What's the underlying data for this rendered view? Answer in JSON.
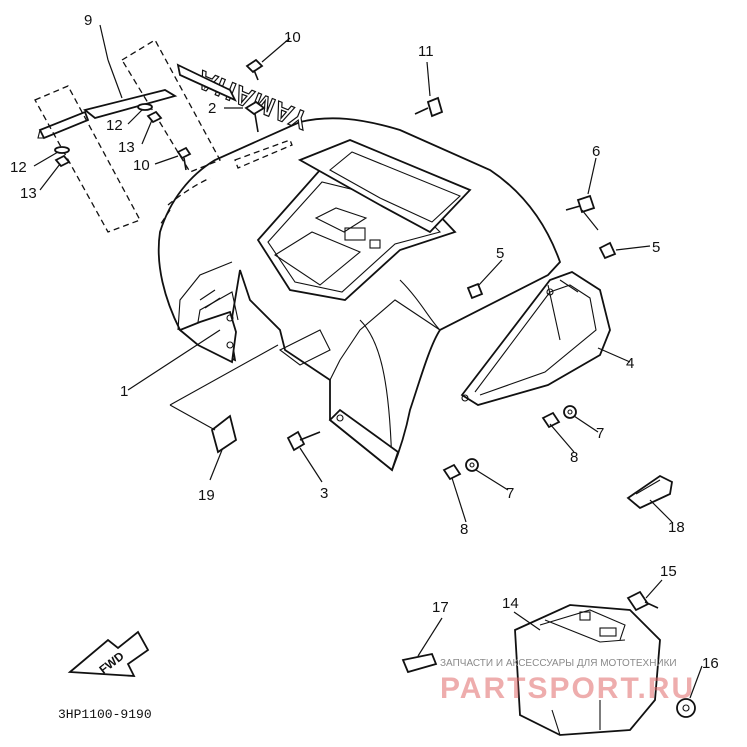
{
  "diagram": {
    "brand_text": "YAMAHA",
    "part_code": "3HP1100-9190",
    "direction_label": "FWD",
    "callouts": {
      "c1": "1",
      "c2": "2",
      "c3": "3",
      "c4": "4",
      "c5a": "5",
      "c5b": "5",
      "c6": "6",
      "c7a": "7",
      "c7b": "7",
      "c8a": "8",
      "c8b": "8",
      "c9": "9",
      "c10a": "10",
      "c10b": "10",
      "c11": "11",
      "c12a": "12",
      "c12b": "12",
      "c13a": "13",
      "c13b": "13",
      "c14": "14",
      "c15": "15",
      "c16": "16",
      "c17": "17",
      "c18": "18",
      "c19": "19"
    },
    "watermark": {
      "text_small": "ЗАПЧАСТИ И АКСЕССУАРЫ ДЛЯ МОТОТЕХНИКИ",
      "text_big": "PARTSPORT.RU"
    }
  }
}
